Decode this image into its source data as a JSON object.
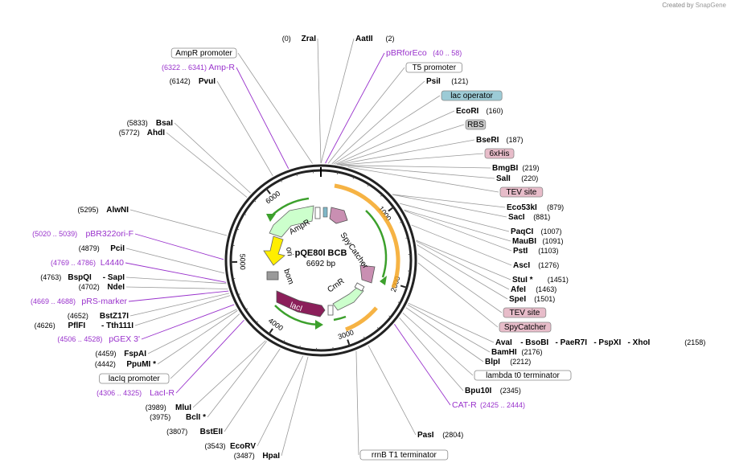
{
  "credit": {
    "prefix": "Created by",
    "brand": "SnapGene"
  },
  "plasmid": {
    "name": "pQE80l BCB",
    "size": "6692 bp",
    "length": 6692
  },
  "ticks": [
    {
      "pos": 1000,
      "label": "1000"
    },
    {
      "pos": 2000,
      "label": "2000"
    },
    {
      "pos": 3000,
      "label": "3000"
    },
    {
      "pos": 4000,
      "label": "4000"
    },
    {
      "pos": 5000,
      "label": "5000"
    },
    {
      "pos": 6000,
      "label": "6000"
    }
  ],
  "features_inner": [
    {
      "name": "AmpR",
      "label": "AmpR"
    },
    {
      "name": "SpyCatcher",
      "label": "SpyCatcher"
    },
    {
      "name": "CmR",
      "label": "CmR"
    },
    {
      "name": "lacI",
      "label": "lacI"
    },
    {
      "name": "bom",
      "label": "bom"
    },
    {
      "name": "ori",
      "label": "ori"
    }
  ],
  "labels_left": [
    {
      "num": "(0)",
      "name": "ZraI",
      "type": "enzyme"
    },
    {
      "name": "AmpR promoter",
      "type": "boxed"
    },
    {
      "num": "(6322 .. 6341)",
      "name": "Amp-R",
      "type": "primer"
    },
    {
      "num": "(6142)",
      "name": "PvuI",
      "type": "enzyme"
    },
    {
      "num": "(5833)",
      "name": "BsaI",
      "type": "enzyme"
    },
    {
      "num": "(5772)",
      "name": "AhdI",
      "type": "enzyme"
    },
    {
      "num": "(5295)",
      "name": "AlwNI",
      "type": "enzyme"
    },
    {
      "num": "(5020 .. 5039)",
      "name": "pBR322ori-F",
      "type": "primer"
    },
    {
      "num": "(4879)",
      "name": "PciI",
      "type": "enzyme"
    },
    {
      "num": "(4769 .. 4786)",
      "name": "L4440",
      "type": "primer"
    },
    {
      "num": "(4763)",
      "name": "BspQI",
      "extra": "- SapI",
      "type": "enzyme"
    },
    {
      "num": "(4702)",
      "name": "NdeI",
      "type": "enzyme"
    },
    {
      "num": "(4669 .. 4688)",
      "name": "pRS-marker",
      "type": "primer"
    },
    {
      "num": "(4652)",
      "name": "BstZ17I",
      "type": "enzyme"
    },
    {
      "num": "(4626)",
      "name": "PflFI",
      "extra": "- Tth111I",
      "type": "enzyme"
    },
    {
      "num": "(4506 .. 4528)",
      "name": "pGEX 3'",
      "type": "primer"
    },
    {
      "num": "(4459)",
      "name": "FspAI",
      "type": "enzyme"
    },
    {
      "num": "(4442)",
      "name": "PpuMI *",
      "type": "enzyme"
    },
    {
      "name": "lacIq promoter",
      "type": "boxed"
    },
    {
      "num": "(4306 .. 4325)",
      "name": "LacI-R",
      "type": "primer"
    },
    {
      "num": "(3989)",
      "name": "MluI",
      "type": "enzyme"
    },
    {
      "num": "(3975)",
      "name": "BclI *",
      "type": "enzyme"
    },
    {
      "num": "(3807)",
      "name": "BstEII",
      "type": "enzyme"
    },
    {
      "num": "(3543)",
      "name": "EcoRV",
      "type": "enzyme"
    },
    {
      "num": "(3487)",
      "name": "HpaI",
      "type": "enzyme"
    }
  ],
  "labels_right": [
    {
      "name": "AatII",
      "num": "(2)",
      "type": "enzyme"
    },
    {
      "name": "pBRforEco",
      "num": "(40 .. 58)",
      "type": "primer"
    },
    {
      "name": "T5 promoter",
      "type": "boxed"
    },
    {
      "name": "PsiI",
      "num": "(121)",
      "type": "enzyme"
    },
    {
      "name": "lac operator",
      "type": "boxed-blue"
    },
    {
      "name": "EcoRI",
      "num": "(160)",
      "type": "enzyme"
    },
    {
      "name": "RBS",
      "type": "boxed-gray"
    },
    {
      "name": "BseRI",
      "num": "(187)",
      "type": "enzyme"
    },
    {
      "name": "6xHis",
      "type": "boxed-pink"
    },
    {
      "name": "BmgBI",
      "num": "(219)",
      "type": "enzyme"
    },
    {
      "name": "SalI",
      "num": "(220)",
      "type": "enzyme"
    },
    {
      "name": "TEV site",
      "type": "boxed-pink"
    },
    {
      "name": "Eco53kI",
      "num": "(879)",
      "type": "enzyme"
    },
    {
      "name": "SacI",
      "num": "(881)",
      "type": "enzyme"
    },
    {
      "name": "PaqCI",
      "num": "(1007)",
      "type": "enzyme"
    },
    {
      "name": "MauBI",
      "num": "(1091)",
      "type": "enzyme"
    },
    {
      "name": "PstI",
      "num": "(1103)",
      "type": "enzyme"
    },
    {
      "name": "AscI",
      "num": "(1276)",
      "type": "enzyme"
    },
    {
      "name": "StuI *",
      "num": "(1451)",
      "type": "enzyme"
    },
    {
      "name": "AfeI",
      "num": "(1463)",
      "type": "enzyme"
    },
    {
      "name": "SpeI",
      "num": "(1501)",
      "type": "enzyme"
    },
    {
      "name": "TEV site",
      "type": "boxed-pink"
    },
    {
      "name": "SpyCatcher",
      "type": "boxed-pink"
    },
    {
      "name": "AvaI",
      "extra": "- BsoBI   - PaeR7I   - PspXI   - XhoI",
      "num": "(2158)",
      "type": "enzyme"
    },
    {
      "name": "BamHI",
      "num": "(2176)",
      "type": "enzyme"
    },
    {
      "name": "BlpI",
      "num": "(2212)",
      "type": "enzyme"
    },
    {
      "name": "lambda t0 terminator",
      "type": "boxed"
    },
    {
      "name": "Bpu10I",
      "num": "(2345)",
      "type": "enzyme"
    },
    {
      "name": "CAT-R",
      "num": "(2425 .. 2444)",
      "type": "primer"
    },
    {
      "name": "PasI",
      "num": "(2804)",
      "type": "enzyme"
    },
    {
      "name": "rrnB T1 terminator",
      "type": "boxed"
    }
  ]
}
